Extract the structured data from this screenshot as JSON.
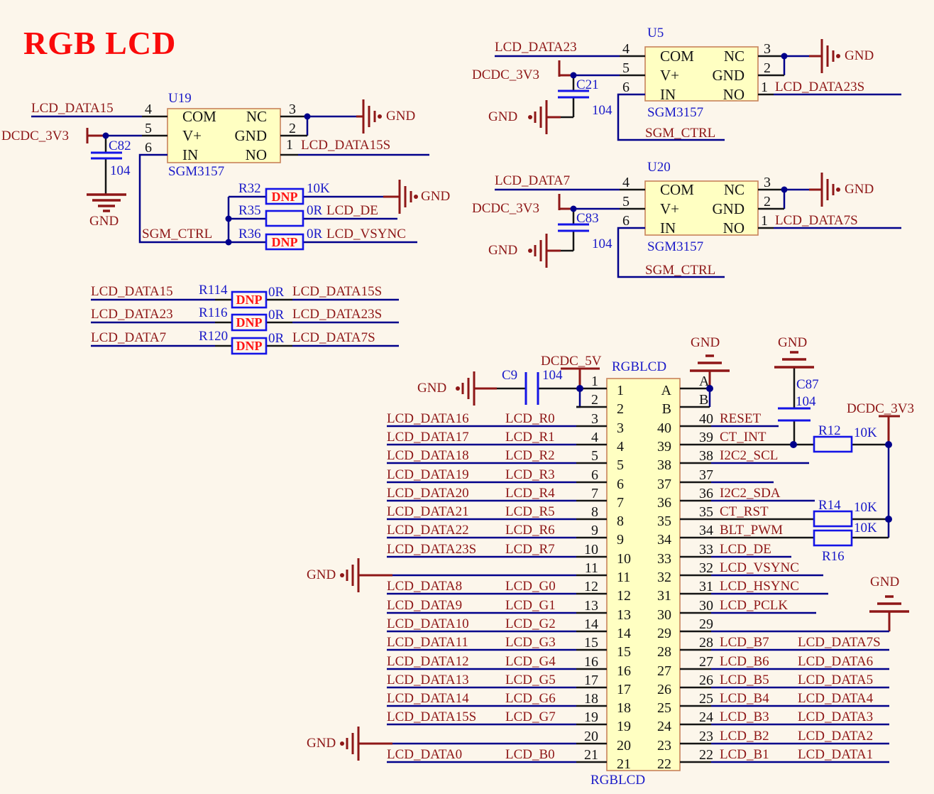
{
  "title": "RGB LCD",
  "colors": {
    "background": "#FCF6EB",
    "title_red": "#FA0A0A",
    "net_label_red": "#8E1717",
    "designator_blue": "#1A1AC8",
    "wire_navy": "#00008B",
    "symbol_blue": "#1414E6",
    "component_fill_yellow": "#FFFFC2",
    "component_border": "#C8825A",
    "dnp_red": "#FF1414"
  },
  "analog_switches": [
    {
      "ref": "U19",
      "part": "SGM3157",
      "pins": {
        "com": "COM",
        "vplus": "V+",
        "in": "IN",
        "nc": "NC",
        "gnd": "GND",
        "no": "NO"
      },
      "pin_numbers": {
        "com": "4",
        "vplus": "5",
        "in": "6",
        "nc": "3",
        "gnd": "2",
        "no": "1"
      },
      "nets": {
        "com": "LCD_DATA15",
        "vplus": "DCDC_3V3",
        "no": "LCD_DATA15S",
        "ctrl": "SGM_CTRL"
      },
      "gnd": "GND",
      "cap": {
        "ref": "C82",
        "value": "104"
      }
    },
    {
      "ref": "U5",
      "part": "SGM3157",
      "pins": {
        "com": "COM",
        "vplus": "V+",
        "in": "IN",
        "nc": "NC",
        "gnd": "GND",
        "no": "NO"
      },
      "pin_numbers": {
        "com": "4",
        "vplus": "5",
        "in": "6",
        "nc": "3",
        "gnd": "2",
        "no": "1"
      },
      "nets": {
        "com": "LCD_DATA23",
        "vplus": "DCDC_3V3",
        "no": "LCD_DATA23S",
        "ctrl": "SGM_CTRL"
      },
      "gnd": "GND",
      "cap": {
        "ref": "C21",
        "value": "104"
      }
    },
    {
      "ref": "U20",
      "part": "SGM3157",
      "pins": {
        "com": "COM",
        "vplus": "V+",
        "in": "IN",
        "nc": "NC",
        "gnd": "GND",
        "no": "NO"
      },
      "pin_numbers": {
        "com": "4",
        "vplus": "5",
        "in": "6",
        "nc": "3",
        "gnd": "2",
        "no": "1"
      },
      "nets": {
        "com": "LCD_DATA7",
        "vplus": "DCDC_3V3",
        "no": "LCD_DATA7S",
        "ctrl": "SGM_CTRL"
      },
      "gnd": "GND",
      "cap": {
        "ref": "C83",
        "value": "104"
      }
    }
  ],
  "ctrl_resistors": {
    "rows": [
      {
        "ref": "R32",
        "value": "10K",
        "dnp": "DNP",
        "net": "GND"
      },
      {
        "ref": "R35",
        "value": "0R",
        "net": "LCD_DE"
      },
      {
        "ref": "R36",
        "value": "0R",
        "dnp": "DNP",
        "net": "LCD_VSYNC"
      }
    ]
  },
  "bypass_resistors": [
    {
      "net_in": "LCD_DATA15",
      "ref": "R114",
      "dnp": "DNP",
      "value": "0R",
      "net_out": "LCD_DATA15S"
    },
    {
      "net_in": "LCD_DATA23",
      "ref": "R116",
      "dnp": "DNP",
      "value": "0R",
      "net_out": "LCD_DATA23S"
    },
    {
      "net_in": "LCD_DATA7",
      "ref": "R120",
      "dnp": "DNP",
      "value": "0R",
      "net_out": "LCD_DATA7S"
    }
  ],
  "connector": {
    "title": "RGBLCD",
    "title_bottom": "RGBLCD",
    "decoupling": {
      "gnd": "GND",
      "cap_ref": "C9",
      "cap_value": "104",
      "power": "DCDC_5V"
    },
    "left_rows": [
      {
        "pin": "1"
      },
      {
        "pin": "2"
      },
      {
        "pin": "3",
        "net": "LCD_DATA16",
        "func": "LCD_R0"
      },
      {
        "pin": "4",
        "net": "LCD_DATA17",
        "func": "LCD_R1"
      },
      {
        "pin": "5",
        "net": "LCD_DATA18",
        "func": "LCD_R2"
      },
      {
        "pin": "6",
        "net": "LCD_DATA19",
        "func": "LCD_R3"
      },
      {
        "pin": "7",
        "net": "LCD_DATA20",
        "func": "LCD_R4"
      },
      {
        "pin": "8",
        "net": "LCD_DATA21",
        "func": "LCD_R5"
      },
      {
        "pin": "9",
        "net": "LCD_DATA22",
        "func": "LCD_R6"
      },
      {
        "pin": "10",
        "net": "LCD_DATA23S",
        "func": "LCD_R7"
      },
      {
        "pin": "11",
        "gnd": "GND"
      },
      {
        "pin": "12",
        "net": "LCD_DATA8",
        "func": "LCD_G0"
      },
      {
        "pin": "13",
        "net": "LCD_DATA9",
        "func": "LCD_G1"
      },
      {
        "pin": "14",
        "net": "LCD_DATA10",
        "func": "LCD_G2"
      },
      {
        "pin": "15",
        "net": "LCD_DATA11",
        "func": "LCD_G3"
      },
      {
        "pin": "16",
        "net": "LCD_DATA12",
        "func": "LCD_G4"
      },
      {
        "pin": "17",
        "net": "LCD_DATA13",
        "func": "LCD_G5"
      },
      {
        "pin": "18",
        "net": "LCD_DATA14",
        "func": "LCD_G6"
      },
      {
        "pin": "19",
        "net": "LCD_DATA15S",
        "func": "LCD_G7"
      },
      {
        "pin": "20",
        "gnd": "GND"
      },
      {
        "pin": "21",
        "net": "LCD_DATA0",
        "func": "LCD_B0"
      }
    ],
    "right_rows": [
      {
        "pin": "A",
        "gnd": "GND"
      },
      {
        "pin": "B"
      },
      {
        "pin": "40",
        "net": "RESET"
      },
      {
        "pin": "39",
        "net": "CT_INT"
      },
      {
        "pin": "38",
        "net": "I2C2_SCL"
      },
      {
        "pin": "37"
      },
      {
        "pin": "36",
        "net": "I2C2_SDA"
      },
      {
        "pin": "35",
        "net": "CT_RST"
      },
      {
        "pin": "34",
        "net": "BLT_PWM"
      },
      {
        "pin": "33",
        "net": "LCD_DE"
      },
      {
        "pin": "32",
        "net": "LCD_VSYNC"
      },
      {
        "pin": "31",
        "net": "LCD_HSYNC"
      },
      {
        "pin": "30",
        "net": "LCD_PCLK"
      },
      {
        "pin": "29",
        "gnd": "GND"
      },
      {
        "pin": "28",
        "net": "LCD_B7",
        "net2": "LCD_DATA7S"
      },
      {
        "pin": "27",
        "net": "LCD_B6",
        "net2": "LCD_DATA6"
      },
      {
        "pin": "26",
        "net": "LCD_B5",
        "net2": "LCD_DATA5"
      },
      {
        "pin": "25",
        "net": "LCD_B4",
        "net2": "LCD_DATA4"
      },
      {
        "pin": "24",
        "net": "LCD_B3",
        "net2": "LCD_DATA3"
      },
      {
        "pin": "23",
        "net": "LCD_B2",
        "net2": "LCD_DATA2"
      },
      {
        "pin": "22",
        "net": "LCD_B1",
        "net2": "LCD_DATA1"
      }
    ],
    "touch_pullups": {
      "gnd": "GND",
      "cap_ref": "C87",
      "cap_value": "104",
      "power": "DCDC_3V3",
      "r12": {
        "ref": "R12",
        "value": "10K"
      },
      "r14": {
        "ref": "R14",
        "value": "10K"
      },
      "r16": {
        "ref": "R16",
        "value": "10K"
      }
    }
  }
}
